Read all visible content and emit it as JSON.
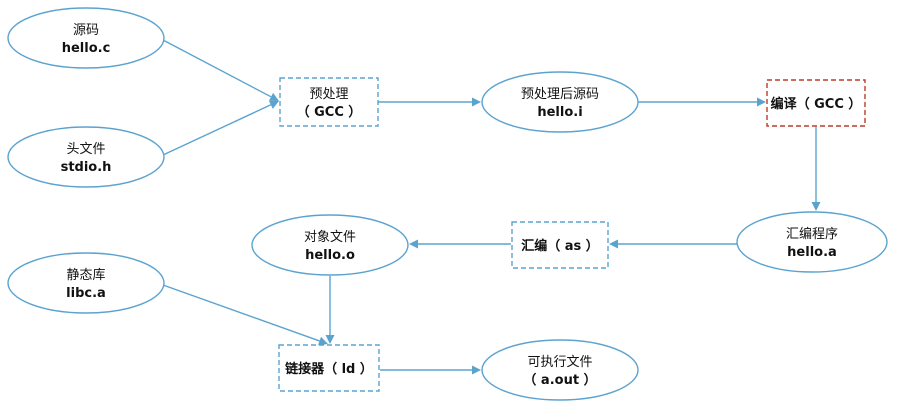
{
  "nodes": [
    {
      "id": "src",
      "shape": "ellipse",
      "lines": [
        "源码",
        "hello.c"
      ]
    },
    {
      "id": "header",
      "shape": "ellipse",
      "lines": [
        "头文件",
        "stdio.h"
      ]
    },
    {
      "id": "pre",
      "shape": "box",
      "lines": [
        "预处理",
        "（ GCC ）"
      ]
    },
    {
      "id": "presrc",
      "shape": "ellipse",
      "lines": [
        "预处理后源码",
        "hello.i"
      ]
    },
    {
      "id": "compile",
      "shape": "box-red",
      "lines": [
        "编译（ GCC ）"
      ]
    },
    {
      "id": "asm",
      "shape": "ellipse",
      "lines": [
        "汇编程序",
        "hello.a"
      ]
    },
    {
      "id": "as",
      "shape": "box",
      "lines": [
        "汇编（ as ）"
      ]
    },
    {
      "id": "obj",
      "shape": "ellipse",
      "lines": [
        "对象文件",
        "hello.o"
      ]
    },
    {
      "id": "lib",
      "shape": "ellipse",
      "lines": [
        "静态库",
        "libc.a"
      ]
    },
    {
      "id": "ld",
      "shape": "box",
      "lines": [
        "链接器（ ld ）"
      ]
    },
    {
      "id": "exe",
      "shape": "ellipse",
      "lines": [
        "可执行文件",
        "（ a.out ）"
      ]
    }
  ],
  "edges": [
    {
      "from": "src",
      "to": "pre"
    },
    {
      "from": "header",
      "to": "pre"
    },
    {
      "from": "pre",
      "to": "presrc"
    },
    {
      "from": "presrc",
      "to": "compile"
    },
    {
      "from": "compile",
      "to": "asm"
    },
    {
      "from": "asm",
      "to": "as"
    },
    {
      "from": "as",
      "to": "obj"
    },
    {
      "from": "obj",
      "to": "ld"
    },
    {
      "from": "lib",
      "to": "ld"
    },
    {
      "from": "ld",
      "to": "exe"
    }
  ]
}
